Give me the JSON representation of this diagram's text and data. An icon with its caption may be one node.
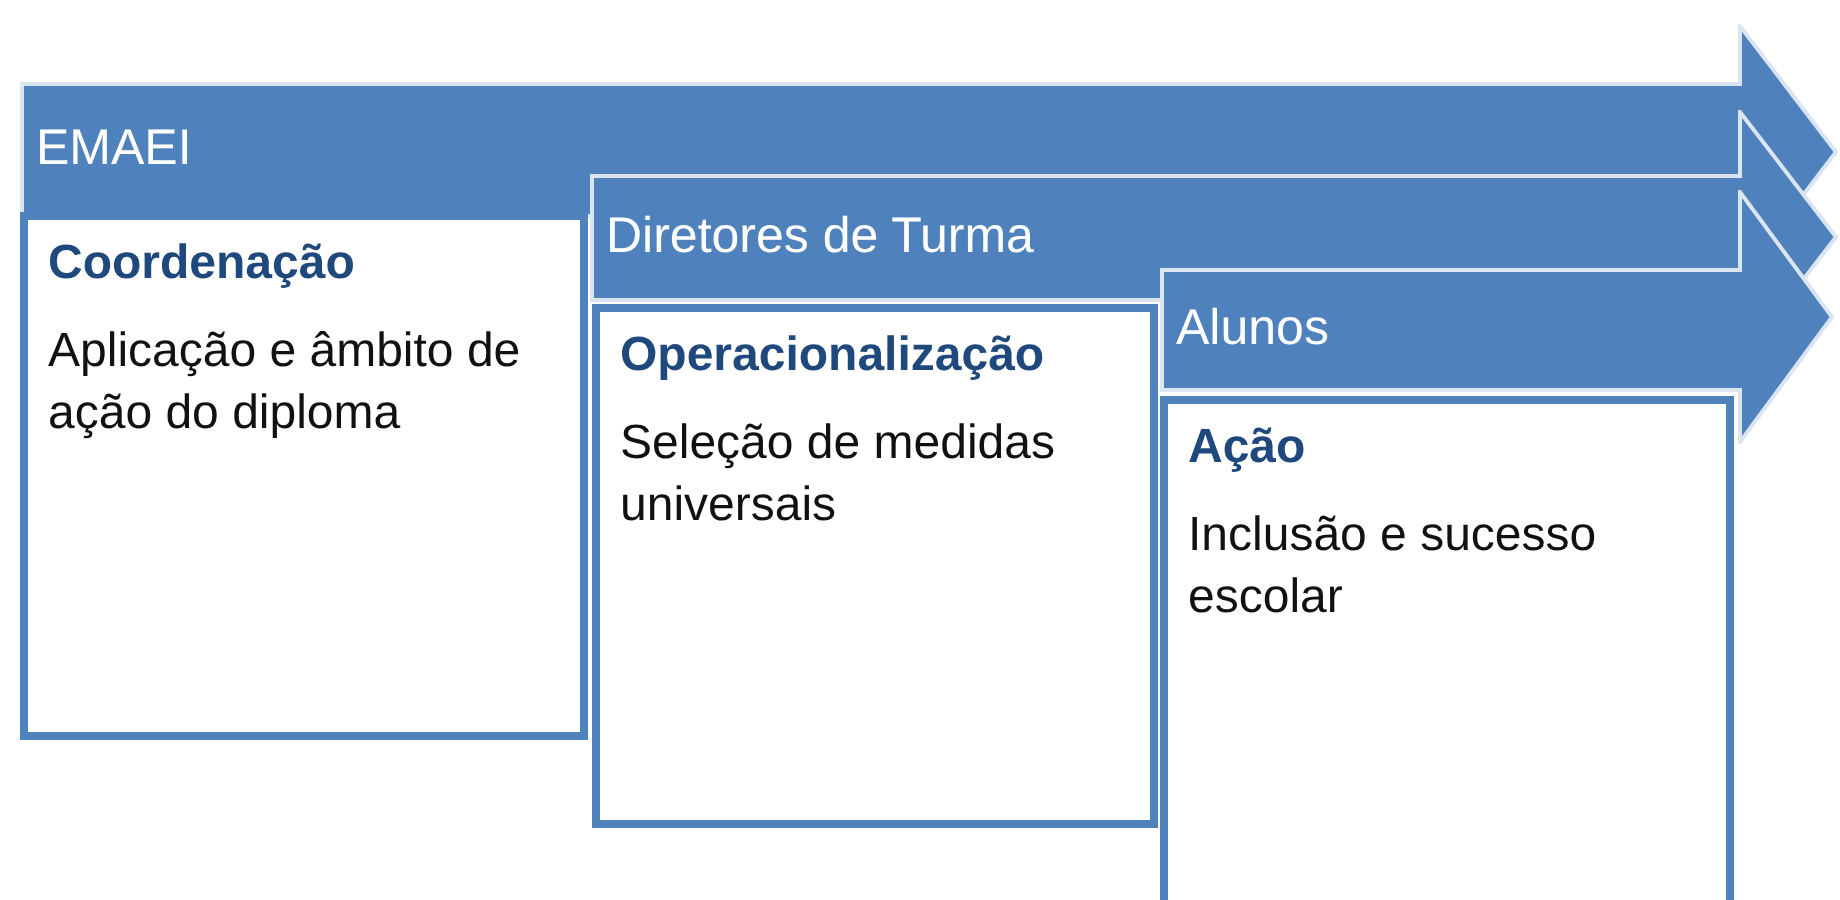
{
  "diagram": {
    "nodes": [
      {
        "text": [
          "EMAEI"
        ]
      },
      {
        "text": [
          "Coordenação",
          "Aplicação e âmbito de ação do diploma"
        ]
      },
      {
        "text": [
          "Diretores de Turma"
        ]
      },
      {
        "text": [
          "Operacionalização",
          "Seleção de medidas universais"
        ]
      },
      {
        "text": [
          "Alunos"
        ]
      },
      {
        "text": [
          "Ação",
          "Inclusão e sucesso escolar"
        ]
      }
    ]
  }
}
